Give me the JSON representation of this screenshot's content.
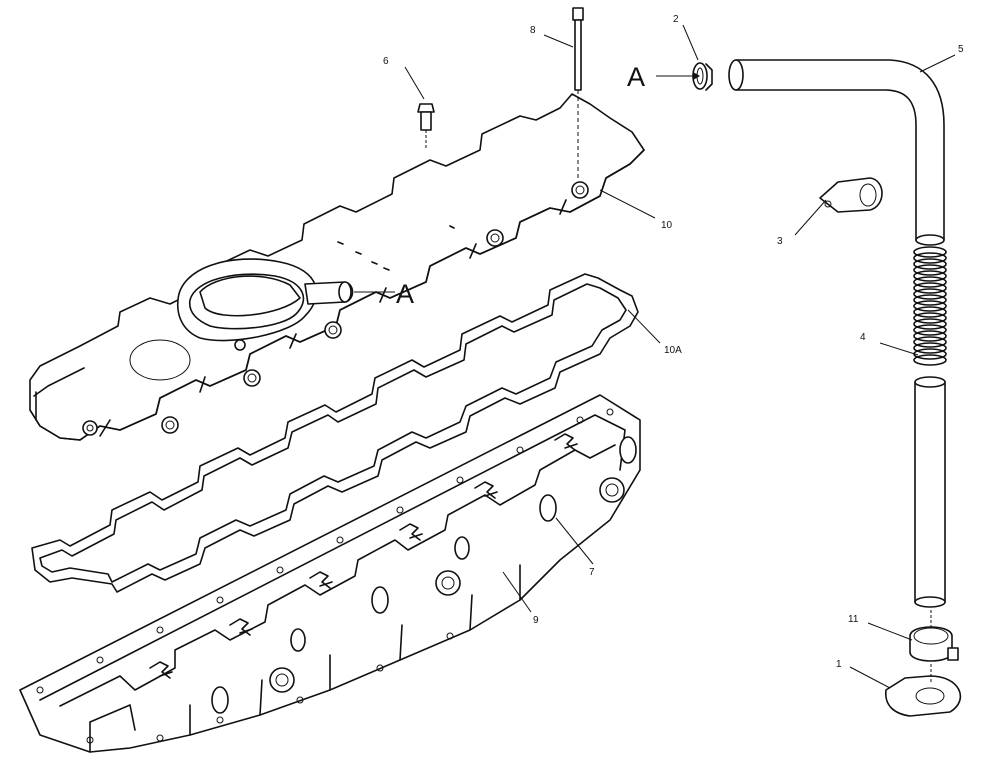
{
  "labels": {
    "p1": "1",
    "p2": "2",
    "p3": "3",
    "p4": "4",
    "p5": "5",
    "p6": "6",
    "p7": "7",
    "p8": "8",
    "p9": "9",
    "p10": "10",
    "p10a": "10A",
    "p11": "11",
    "ref_a_top": "A",
    "ref_a_cover": "A"
  }
}
